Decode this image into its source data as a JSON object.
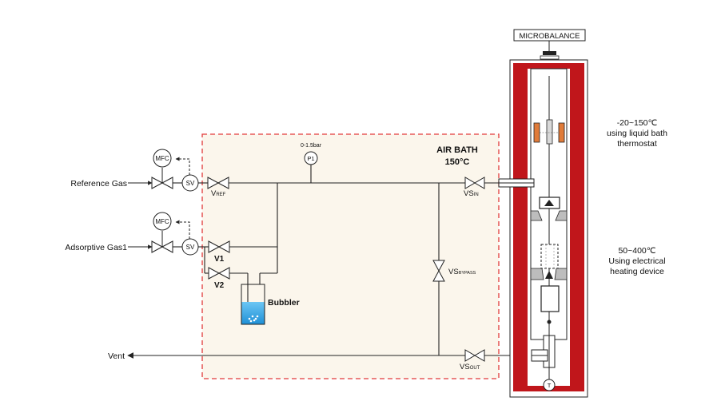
{
  "labels": {
    "microbalance": "MICROBALANCE",
    "air_bath_line1": "AIR BATH",
    "air_bath_line2": "150°C",
    "pressure_range": "0-1.5bar",
    "pressure_gauge": "P1",
    "reference_gas": "Reference Gas",
    "adsorptive_gas": "Adsorptive Gas1",
    "vent": "Vent",
    "bubbler": "Bubbler",
    "mfc": "MFC",
    "sv": "SV",
    "v1": "V1",
    "v2": "V2",
    "vs_main": "VS",
    "v_ref_main": "V",
    "ref_sub": "REF",
    "in_sub": "IN",
    "bypass_sub": "BYPASS",
    "out_sub": "OUT",
    "temp_sensor": "T",
    "zone_upper_line1": "-20~150℃",
    "zone_upper_line2": "using liquid bath",
    "zone_upper_line3": "thermostat",
    "zone_lower_line1": "50~400℃",
    "zone_lower_line2": "Using electrical",
    "zone_lower_line3": "heating device"
  },
  "colors": {
    "air_bath_fill": "#fbf6ec",
    "air_bath_border": "#e23b3b",
    "furnace_red": "#c0161b",
    "heater_orange": "#e07b39",
    "water_blue": "#2ea3e8",
    "gray_shade": "#bdbdbd"
  }
}
